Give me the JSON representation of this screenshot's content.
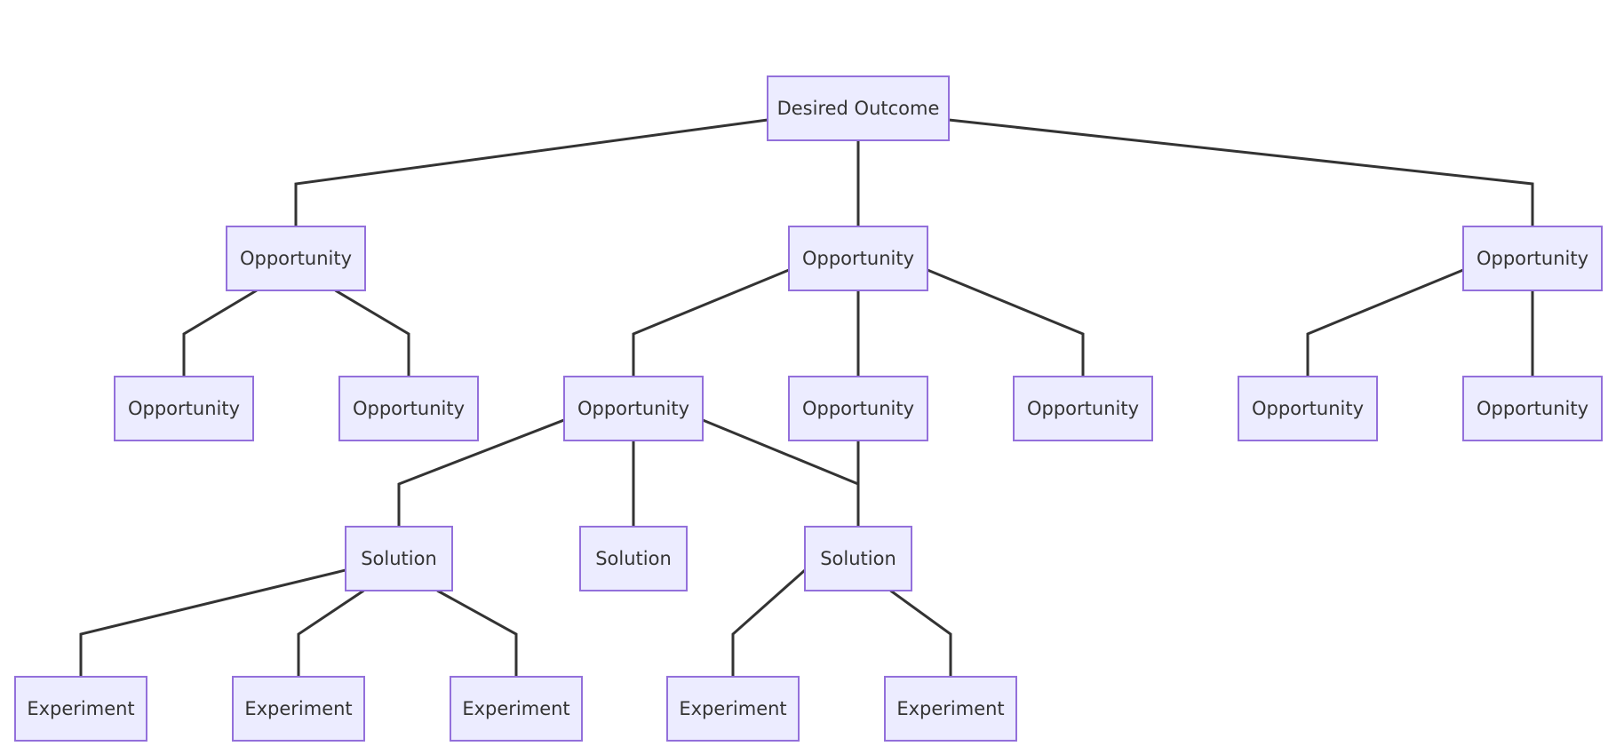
{
  "diagram": {
    "type": "tree",
    "colors": {
      "node_fill": "#ECECFF",
      "node_border": "#9370DB",
      "edge": "#333333",
      "text": "#333333",
      "background": "#ffffff"
    },
    "nodes": [
      {
        "id": "outcome",
        "label": "Desired Outcome",
        "level": 0
      },
      {
        "id": "opp-a",
        "label": "Opportunity",
        "level": 1,
        "parent": "outcome"
      },
      {
        "id": "opp-b",
        "label": "Opportunity",
        "level": 1,
        "parent": "outcome"
      },
      {
        "id": "opp-c",
        "label": "Opportunity",
        "level": 1,
        "parent": "outcome"
      },
      {
        "id": "opp-a1",
        "label": "Opportunity",
        "level": 2,
        "parent": "opp-a"
      },
      {
        "id": "opp-a2",
        "label": "Opportunity",
        "level": 2,
        "parent": "opp-a"
      },
      {
        "id": "opp-b1",
        "label": "Opportunity",
        "level": 2,
        "parent": "opp-b"
      },
      {
        "id": "opp-b2",
        "label": "Opportunity",
        "level": 2,
        "parent": "opp-b"
      },
      {
        "id": "opp-b3",
        "label": "Opportunity",
        "level": 2,
        "parent": "opp-b"
      },
      {
        "id": "opp-c1",
        "label": "Opportunity",
        "level": 2,
        "parent": "opp-c"
      },
      {
        "id": "opp-c2",
        "label": "Opportunity",
        "level": 2,
        "parent": "opp-c"
      },
      {
        "id": "sol-1",
        "label": "Solution",
        "level": 3,
        "parent": "opp-b1"
      },
      {
        "id": "sol-2",
        "label": "Solution",
        "level": 3,
        "parent": "opp-b1"
      },
      {
        "id": "sol-3",
        "label": "Solution",
        "level": 3,
        "parents": [
          "opp-b1",
          "opp-b2"
        ]
      },
      {
        "id": "exp-1",
        "label": "Experiment",
        "level": 4,
        "parent": "sol-1"
      },
      {
        "id": "exp-2",
        "label": "Experiment",
        "level": 4,
        "parent": "sol-1"
      },
      {
        "id": "exp-3",
        "label": "Experiment",
        "level": 4,
        "parent": "sol-1"
      },
      {
        "id": "exp-4",
        "label": "Experiment",
        "level": 4,
        "parent": "sol-3"
      },
      {
        "id": "exp-5",
        "label": "Experiment",
        "level": 4,
        "parent": "sol-3"
      }
    ],
    "edges": [
      {
        "from": "outcome",
        "to": "opp-a"
      },
      {
        "from": "outcome",
        "to": "opp-b"
      },
      {
        "from": "outcome",
        "to": "opp-c"
      },
      {
        "from": "opp-a",
        "to": "opp-a1"
      },
      {
        "from": "opp-a",
        "to": "opp-a2"
      },
      {
        "from": "opp-b",
        "to": "opp-b1"
      },
      {
        "from": "opp-b",
        "to": "opp-b2"
      },
      {
        "from": "opp-b",
        "to": "opp-b3"
      },
      {
        "from": "opp-c",
        "to": "opp-c1"
      },
      {
        "from": "opp-c",
        "to": "opp-c2"
      },
      {
        "from": "opp-b1",
        "to": "sol-1"
      },
      {
        "from": "opp-b1",
        "to": "sol-2"
      },
      {
        "from": "opp-b1",
        "to": "sol-3"
      },
      {
        "from": "opp-b2",
        "to": "sol-3"
      },
      {
        "from": "sol-1",
        "to": "exp-1"
      },
      {
        "from": "sol-1",
        "to": "exp-2"
      },
      {
        "from": "sol-1",
        "to": "exp-3"
      },
      {
        "from": "sol-3",
        "to": "exp-4"
      },
      {
        "from": "sol-3",
        "to": "exp-5"
      }
    ]
  }
}
